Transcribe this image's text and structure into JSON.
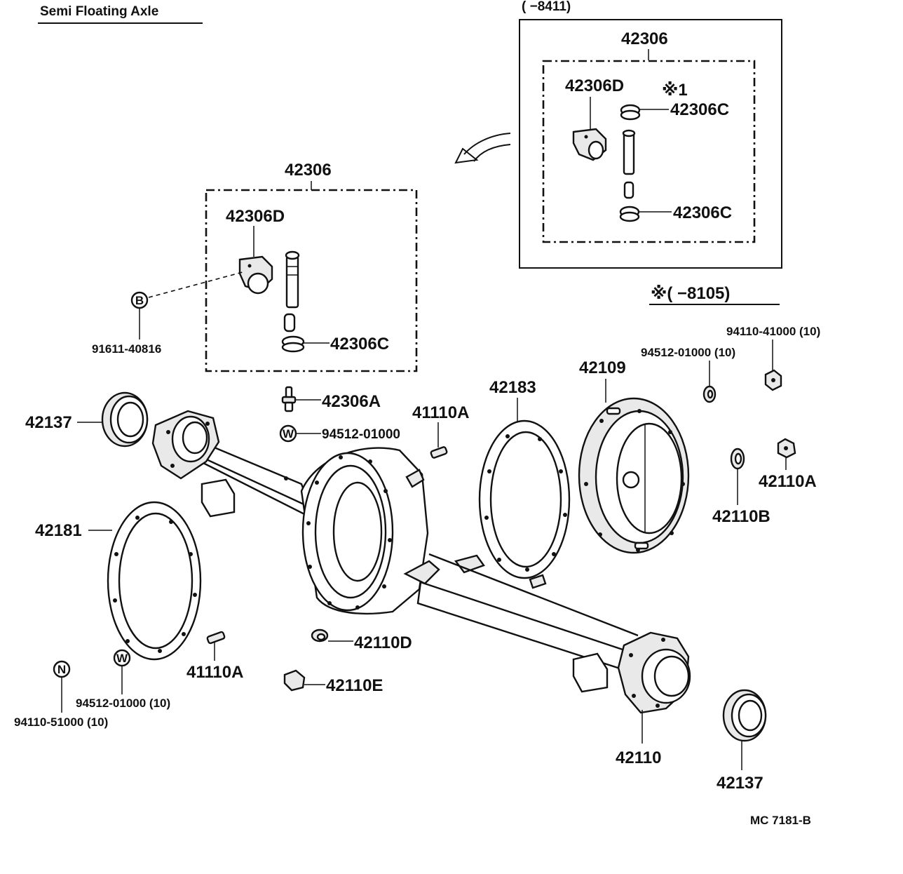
{
  "title": "Semi Floating Axle",
  "diagram_code": "MC  7181-B",
  "inset": {
    "range": "(        −8411)",
    "assembly": "42306",
    "part_d": "42306D",
    "note_mark": "※1",
    "part_c_top": "42306C",
    "part_c_bottom": "42306C"
  },
  "footnote": "※(        −8105)",
  "main_assembly": {
    "assembly": "42306",
    "part_d": "42306D",
    "part_c": "42306C",
    "bolt_symbol": "B",
    "bolt_part": "91611-40816"
  },
  "parts": {
    "p42306A": "42306A",
    "washer_symbol": "W",
    "p94512_01000": "94512-01000",
    "p41110A_top": "41110A",
    "p42183": "42183",
    "p42109": "42109",
    "p94512_01000_10_top": "94512-01000 (10)",
    "p94110_41000_10": "94110-41000 (10)",
    "p42137_left": "42137",
    "p42110A": "42110A",
    "p42110B": "42110B",
    "p42181": "42181",
    "p41110A_bottom": "41110A",
    "p42110D": "42110D",
    "p42110E": "42110E",
    "nut_symbol": "N",
    "washer_symbol_2": "W",
    "p94512_01000_10_bottom": "94512-01000 (10)",
    "p94110_51000_10": "94110-51000 (10)",
    "p42110": "42110",
    "p42137_right": "42137"
  }
}
